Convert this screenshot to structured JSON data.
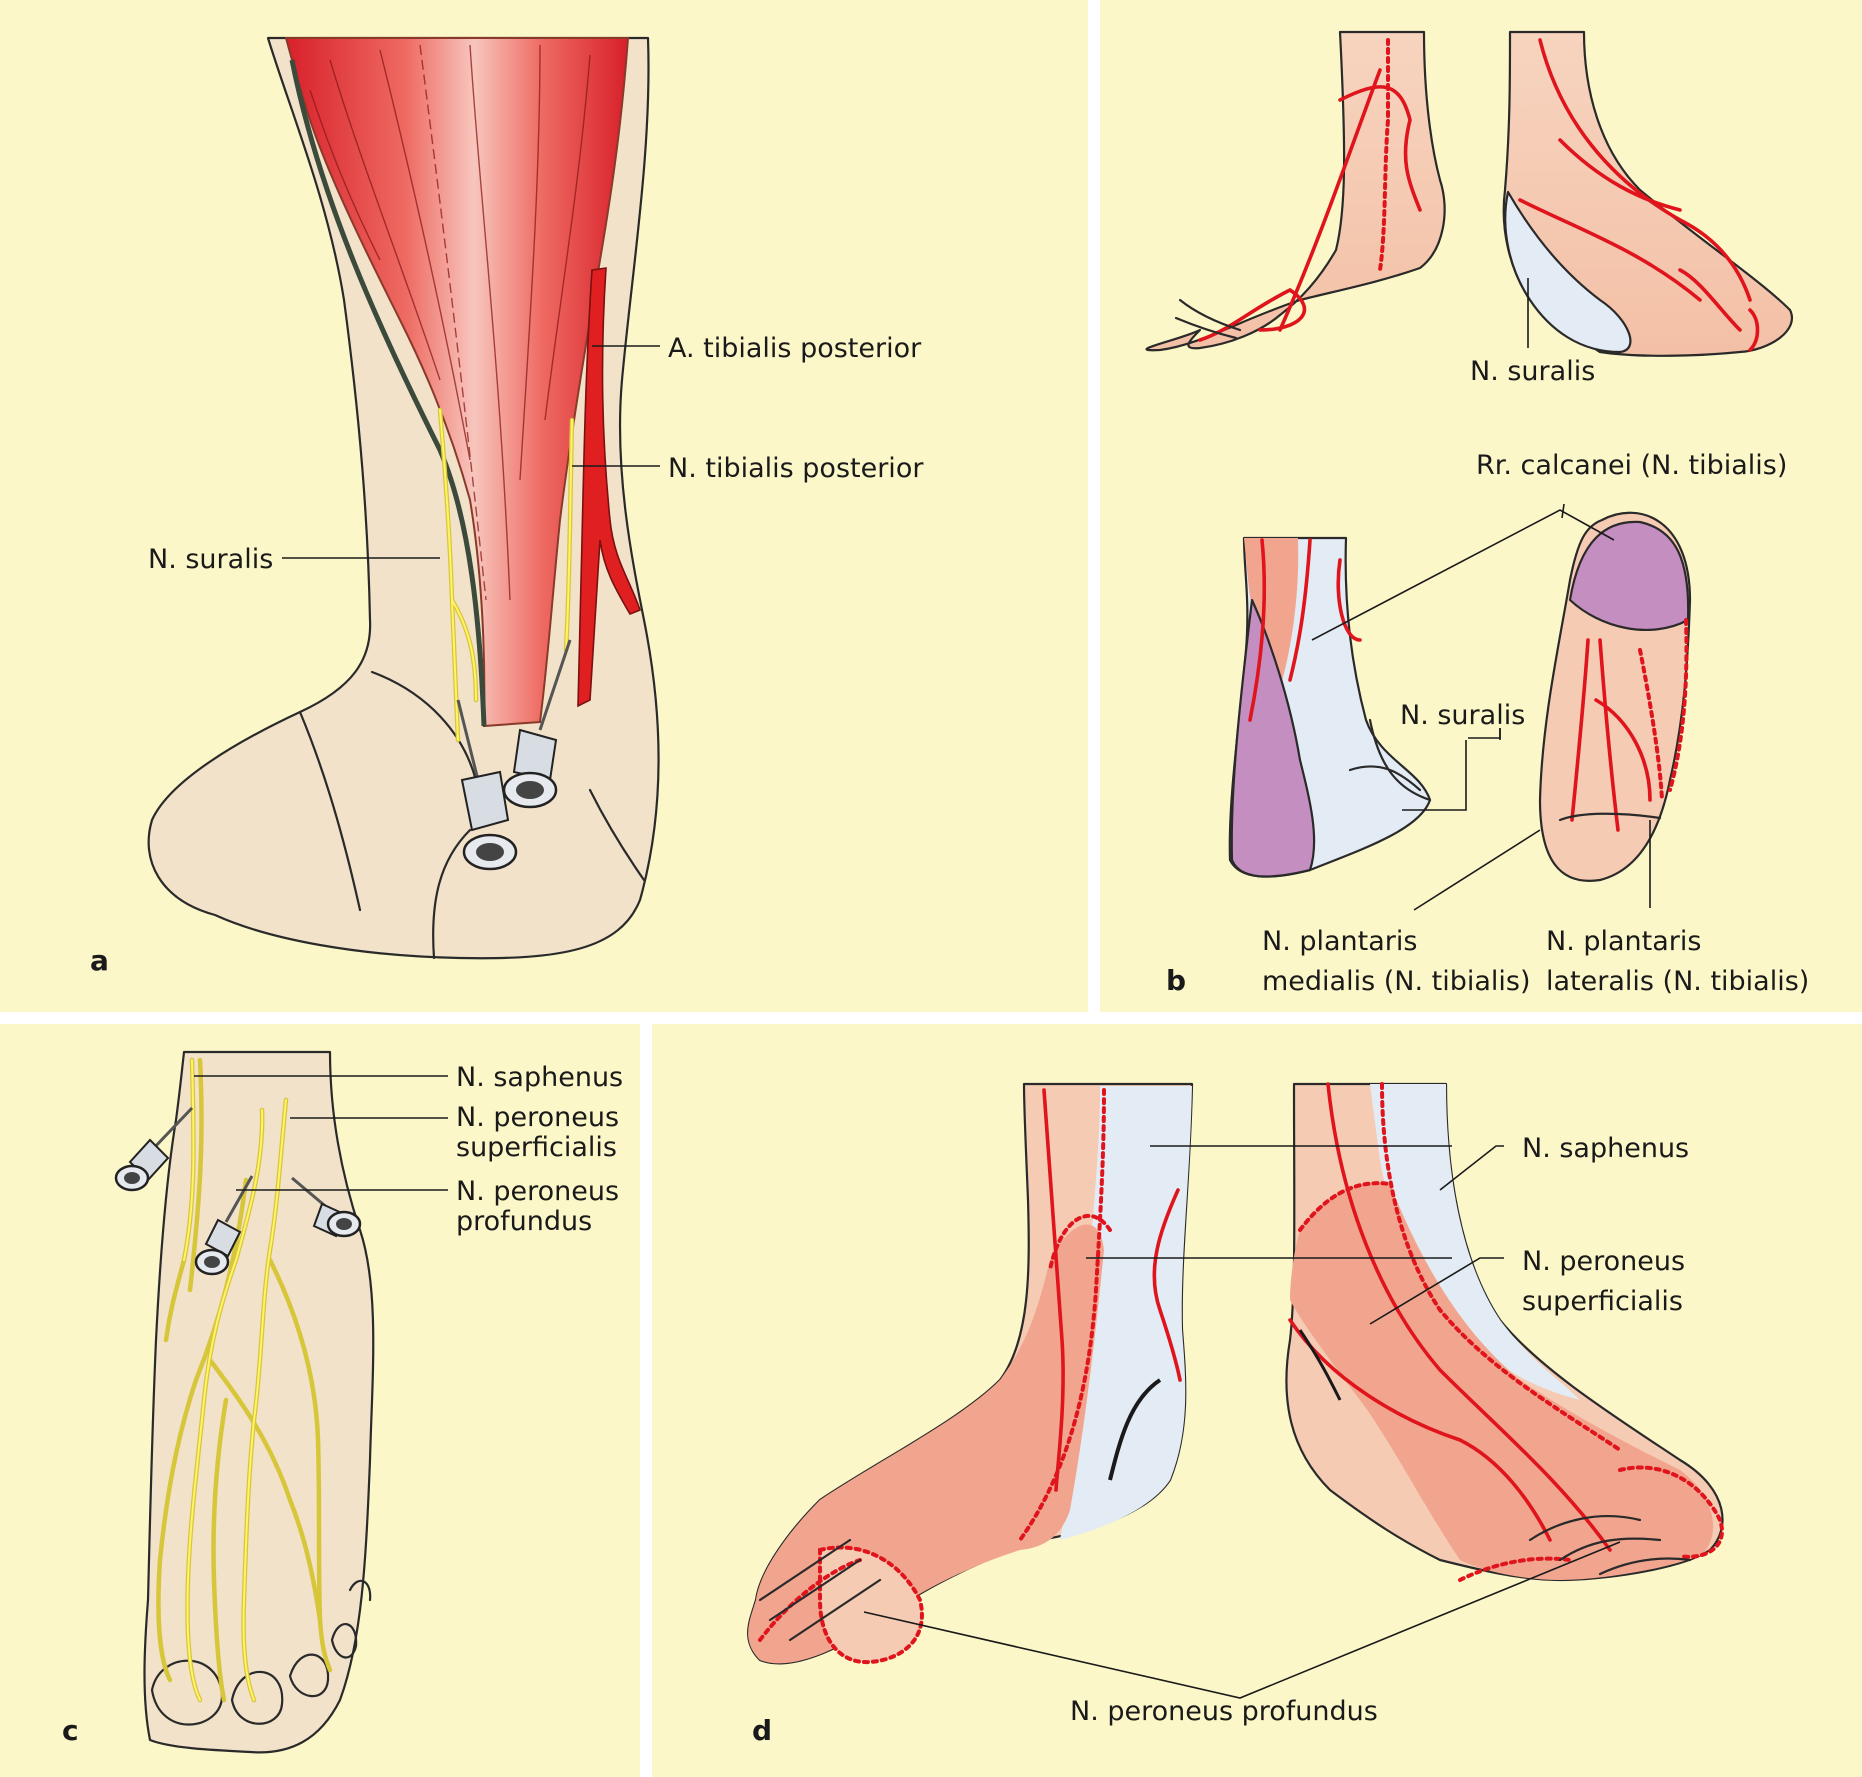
{
  "colors": {
    "panel_background": "#fcf7c8",
    "gutter": "#ffffff",
    "skin": "#f1e2c9",
    "muscle_red": "#e23434",
    "nerve_red": "#e0141c",
    "nerve_yellow": "#f2e547",
    "zone_pink": "#f2a58e",
    "zone_blue": "#e3ebf5",
    "zone_purple": "#c48ec0"
  },
  "panels": {
    "a": {
      "letter": "a",
      "labels": {
        "a_tibialis_posterior": "A. tibialis posterior",
        "n_tibialis_posterior": "N. tibialis posterior",
        "n_suralis": "N. suralis"
      }
    },
    "b": {
      "letter": "b",
      "labels": {
        "n_suralis_top": "N. suralis",
        "rr_calcanei": "Rr. calcanei (N. tibialis)",
        "n_suralis_mid": "N. suralis",
        "n_plantaris_medialis_1": "N. plantaris",
        "n_plantaris_medialis_2": "medialis (N. tibialis)",
        "n_plantaris_lateralis_1": "N. plantaris",
        "n_plantaris_lateralis_2": "lateralis (N. tibialis)"
      }
    },
    "c": {
      "letter": "c",
      "labels": {
        "n_saphenus": "N. saphenus",
        "n_peroneus_superficialis_1": "N. peroneus",
        "n_peroneus_superficialis_2": "superficialis",
        "n_peroneus_profundus_1": "N. peroneus",
        "n_peroneus_profundus_2": "profundus"
      }
    },
    "d": {
      "letter": "d",
      "labels": {
        "n_saphenus": "N. saphenus",
        "n_peroneus_superficialis_1": "N. peroneus",
        "n_peroneus_superficialis_2": "superficialis",
        "n_peroneus_profundus": "N. peroneus profundus"
      }
    }
  }
}
